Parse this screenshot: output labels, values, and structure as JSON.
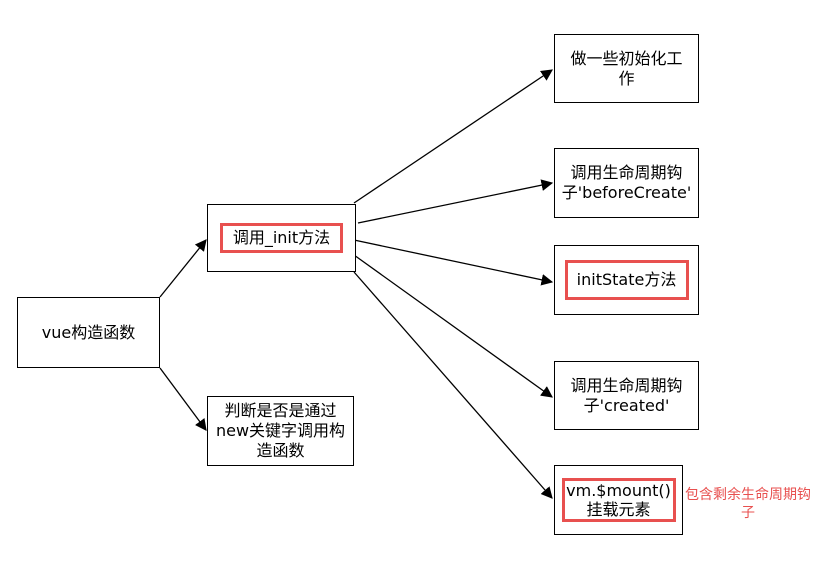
{
  "nodes": {
    "constructor": "vue构造函数",
    "init_call": "调用_init方法",
    "new_check": "判断是否是通过new关键字调用构造函数",
    "init_work": "做一些初始化工作",
    "before_create": "调用生命周期钩子'beforeCreate'",
    "init_state": "initState方法",
    "created": "调用生命周期钩子'created'",
    "mount": "vm.$mount()挂载元素"
  },
  "note": "包含剩余生命周期钩子",
  "colors": {
    "highlight": "#e8504f",
    "stroke": "#000000"
  }
}
